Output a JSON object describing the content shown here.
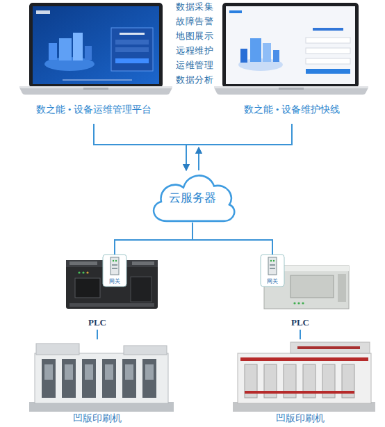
{
  "diagram": {
    "nodes": [
      {
        "text": [
          "数之能 • 设备运维管理平台"
        ]
      },
      {
        "text": [
          "数之能 • 设备维护快线"
        ]
      },
      {
        "text": [
          "云服务器"
        ]
      },
      {
        "text": [
          "PLC"
        ]
      },
      {
        "text": [
          "网关"
        ],
        "in": 3
      },
      {
        "text": [
          "凹版印刷机"
        ]
      },
      {
        "text": [
          "PLC"
        ]
      },
      {
        "text": [
          "网关"
        ],
        "in": 6
      },
      {
        "text": [
          "凹版印刷机"
        ]
      }
    ],
    "edges": [
      {
        "from": 0,
        "to": 2,
        "arrow": "both"
      },
      {
        "from": 1,
        "to": 2,
        "arrow": "both"
      },
      {
        "from": 2,
        "to": 4,
        "arrow": "none"
      },
      {
        "from": 2,
        "to": 7,
        "arrow": "none"
      },
      {
        "from": 3,
        "to": 5,
        "arrow": "none"
      },
      {
        "from": 6,
        "to": 8,
        "arrow": "none"
      }
    ],
    "labels": [
      "数据采集",
      "故障告警",
      "地图展示",
      "远程维护",
      "运维管理",
      "数据分析"
    ]
  }
}
